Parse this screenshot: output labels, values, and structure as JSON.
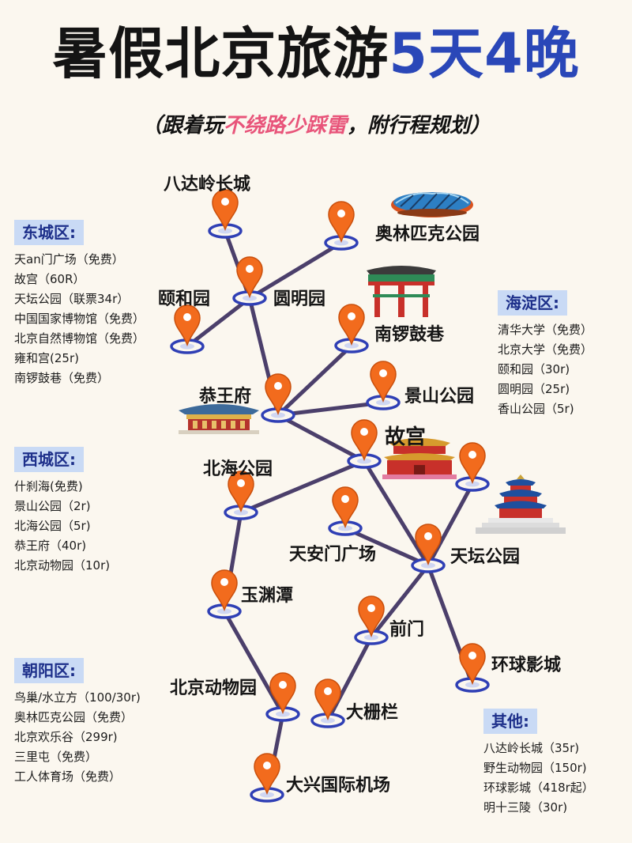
{
  "title": {
    "main": "暑假北京旅游",
    "accent": "5天4晚"
  },
  "subtitle": {
    "open": "（跟着玩",
    "pink": "不绕路少踩雷",
    "close": "，附行程规划）"
  },
  "districts": {
    "dongcheng": {
      "head": "东城区:",
      "items": [
        "天an门广场（免费）",
        "故宫（60R）",
        "天坛公园（联票34r）",
        "中国国家博物馆（免费）",
        "北京自然博物馆（免费）",
        "雍和宫(25r)",
        "南锣鼓巷（免费）"
      ]
    },
    "xicheng": {
      "head": "西城区:",
      "items": [
        "什刹海(免费)",
        "景山公园（2r)",
        "北海公园（5r)",
        "恭王府（40r)",
        "北京动物园（10r)"
      ]
    },
    "chaoyang": {
      "head": "朝阳区:",
      "items": [
        "鸟巢/水立方（100/30r)",
        "奥林匹克公园（免费）",
        "北京欢乐谷（299r)",
        "三里屯（免费）",
        "工人体育场（免费）"
      ]
    },
    "haidian": {
      "head": "海淀区:",
      "items": [
        "清华大学（免费）",
        "北京大学（免费）",
        "颐和园（30r)",
        "圆明园（25r)",
        "香山公园（5r)"
      ]
    },
    "other": {
      "head": "其他:",
      "items": [
        "八达岭长城（35r)",
        "野生动物园（150r)",
        "环球影城（418r起）",
        "明十三陵（30r)"
      ]
    }
  },
  "places": {
    "badaling": "八达岭长城",
    "olympic": "奥林匹克公园",
    "yiheyuan": "颐和园",
    "yuanmingyuan": "圆明园",
    "nanluogu": "南锣鼓巷",
    "gongwangfu": "恭王府",
    "jingshan": "景山公园",
    "gugong": "故宫",
    "beihai": "北海公园",
    "tiananmen": "天安门广场",
    "tiantan": "天坛公园",
    "yuyuantan": "玉渊潭",
    "qianmen": "前门",
    "universal": "环球影城",
    "zoo": "北京动物园",
    "dashilan": "大栅栏",
    "airport": "大兴国际机场"
  },
  "colors": {
    "route": "#4b3f6b",
    "pin": "#f26b1d",
    "pin_dark": "#c94f0c",
    "base": "#2f3fb5",
    "accent": "#2a47b8",
    "pink": "#e8547a",
    "tag_bg": "#c9daf5"
  },
  "icon_names": [
    "location-pin-icon",
    "birds-nest-icon",
    "temple-gate-icon",
    "palace-icon",
    "temple-of-heaven-icon"
  ]
}
